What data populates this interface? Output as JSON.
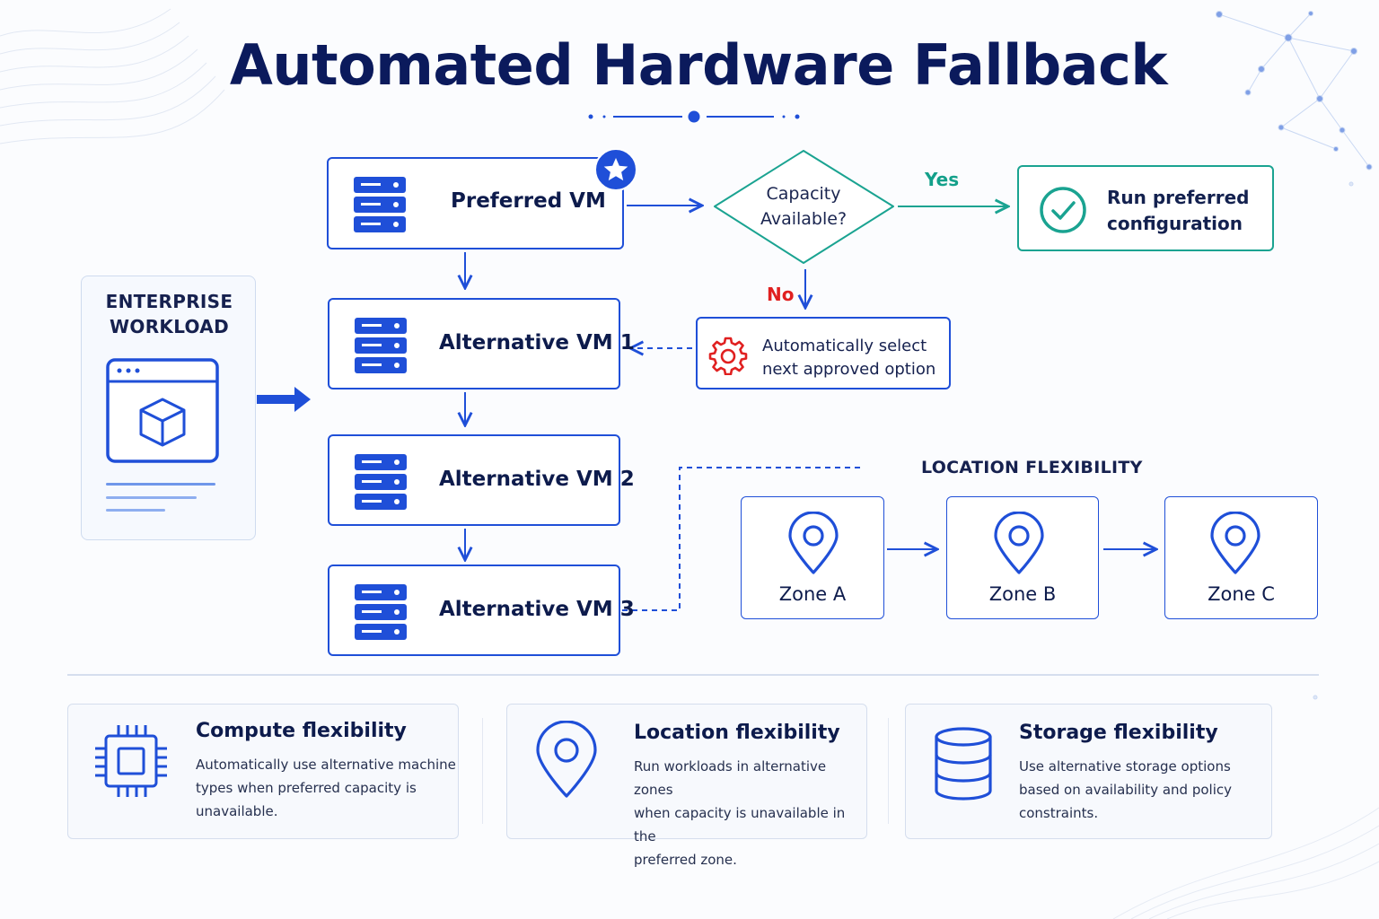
{
  "title": "Automated Hardware Fallback",
  "colors": {
    "primary": "#1f4fd8",
    "navy": "#0b1a5c",
    "teal": "#1aa391",
    "red": "#e02020"
  },
  "workload": {
    "line1": "ENTERPRISE",
    "line2": "WORKLOAD",
    "icon": "app-window-cube-icon"
  },
  "vms": [
    {
      "label": "Preferred VM",
      "icon": "server-icon",
      "badge": "star-icon"
    },
    {
      "label": "Alternative VM 1",
      "icon": "server-icon"
    },
    {
      "label": "Alternative VM 2",
      "icon": "server-icon"
    },
    {
      "label": "Alternative VM 3",
      "icon": "server-icon"
    }
  ],
  "decision": {
    "line1": "Capacity",
    "line2": "Available?"
  },
  "yes": "Yes",
  "no": "No",
  "run": {
    "line1": "Run preferred",
    "line2": "configuration",
    "icon": "check-circle-icon"
  },
  "auto": {
    "line1": "Automatically select",
    "line2": "next approved option",
    "icon": "gear-icon"
  },
  "location": {
    "title": "LOCATION FLEXIBILITY",
    "zones": [
      "Zone A",
      "Zone B",
      "Zone C"
    ]
  },
  "features": [
    {
      "title": "Compute flexibility",
      "icon": "chip-icon",
      "lines": [
        "Automatically use alternative machine",
        "types when preferred capacity is",
        "unavailable."
      ]
    },
    {
      "title": "Location flexibility",
      "icon": "location-pin-icon",
      "lines": [
        "Run workloads in alternative zones",
        "when capacity is unavailable in the",
        "preferred zone."
      ]
    },
    {
      "title": "Storage flexibility",
      "icon": "database-icon",
      "lines": [
        "Use alternative storage options",
        "based on availability and policy",
        "constraints."
      ]
    }
  ]
}
